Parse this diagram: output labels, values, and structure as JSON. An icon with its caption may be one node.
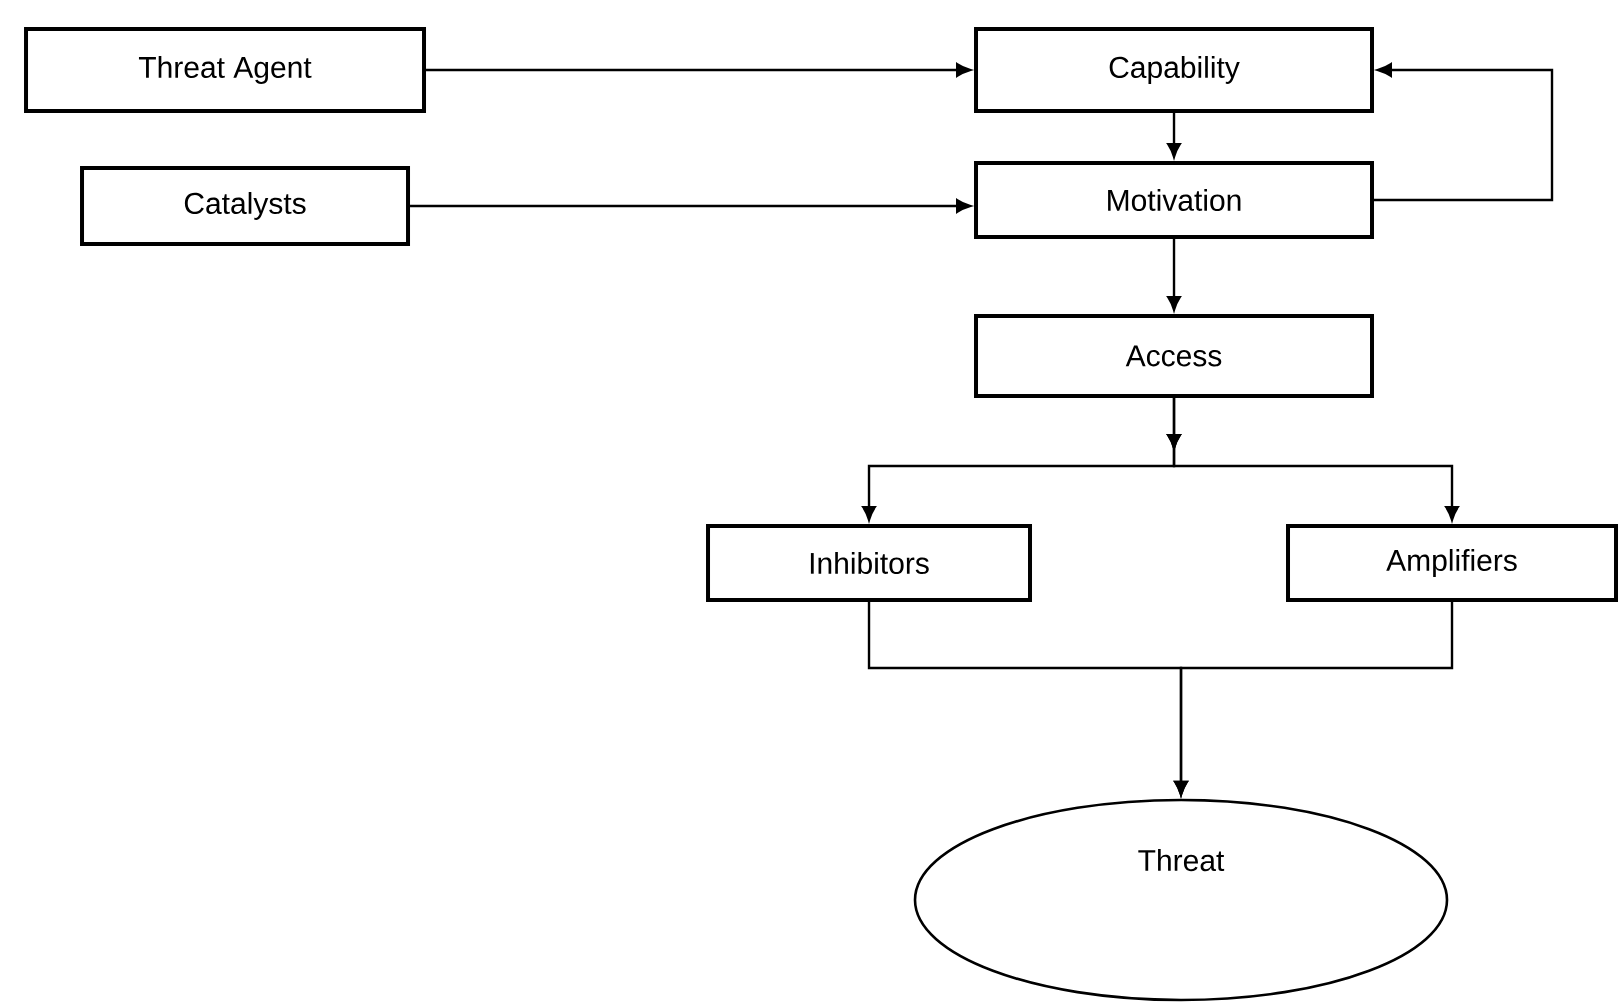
{
  "diagram": {
    "nodes": [
      {
        "text": [
          "Threat Agent"
        ]
      },
      {
        "text": [
          "Capability"
        ]
      },
      {
        "text": [
          "Catalysts"
        ]
      },
      {
        "text": [
          "Motivation"
        ]
      },
      {
        "text": [
          "Access"
        ]
      },
      {
        "text": [
          "Inhibitors"
        ]
      },
      {
        "text": [
          "Amplifiers"
        ]
      },
      {
        "text": [
          "Threat"
        ]
      }
    ],
    "edges": [
      {
        "from": 0,
        "to": 1,
        "arrow": "to"
      },
      {
        "from": 2,
        "to": 3,
        "arrow": "to"
      },
      {
        "from": 1,
        "to": 3,
        "arrow": "to"
      },
      {
        "from": 3,
        "to": 1,
        "arrow": "to"
      },
      {
        "from": 3,
        "to": 4,
        "arrow": "to"
      },
      {
        "from": 4,
        "to": 5,
        "arrow": "to"
      },
      {
        "from": 4,
        "to": 6,
        "arrow": "to"
      },
      {
        "from": 5,
        "to": 7,
        "arrow": "to"
      },
      {
        "from": 6,
        "to": 7,
        "arrow": "to"
      }
    ]
  }
}
